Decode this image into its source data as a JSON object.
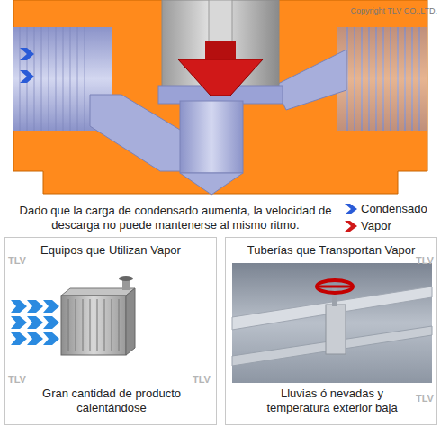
{
  "diagram": {
    "caption": "Dado que la carga de condensado aumenta, la velocidad de descarga no puede mantenerse al mismo ritmo.",
    "nodes": [
      {
        "text": [
          "Equipos que Utilizan Vapor",
          "Gran cantidad de producto calentándose"
        ]
      },
      {
        "text": [
          "Tuberías que Transportan Vapor",
          "Lluvias ó nevadas y temperatura exterior baja"
        ]
      }
    ],
    "labels": [
      "Copyright TLV CO.,LTD.",
      "TLV",
      "TLV",
      "TLV",
      "TLV",
      "TLV"
    ],
    "legend": [
      {
        "text": "Condensado",
        "color": "#2a5bd7"
      },
      {
        "text": "Vapor",
        "color": "#d01818"
      }
    ]
  }
}
